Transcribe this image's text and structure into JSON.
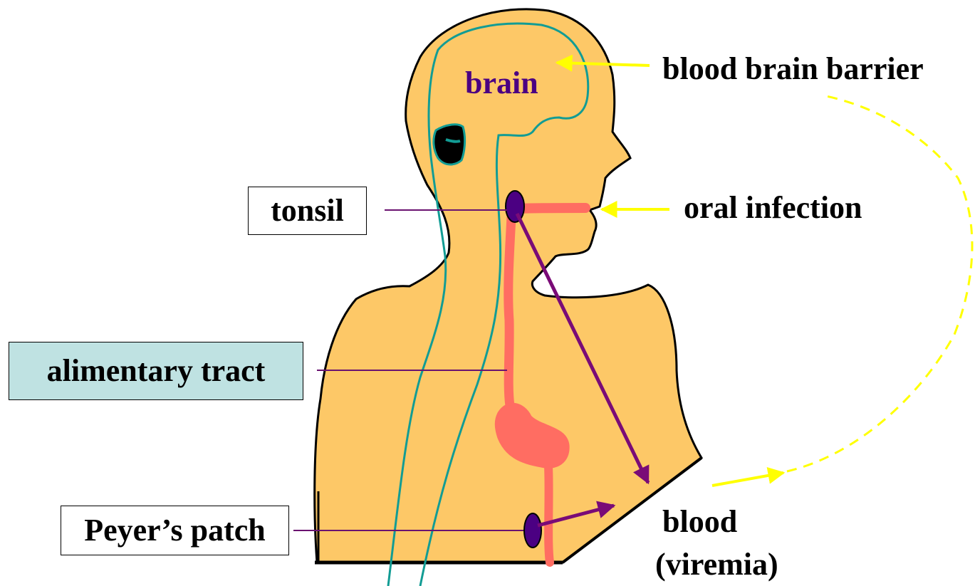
{
  "labels": {
    "brain": "brain",
    "blood_brain_barrier": "blood brain barrier",
    "tonsil": "tonsil",
    "oral_infection": "oral infection",
    "alimentary_tract": "alimentary tract",
    "peyers_patch": "Peyer’s patch",
    "blood_line1": "blood",
    "blood_line2": "(viremia)"
  },
  "colors": {
    "body_fill": "#fdc867",
    "outline": "#000000",
    "nerve": "#129c94",
    "gut": "#ff6d62",
    "lymph": "#4b0082",
    "pathway_arrow": "#7a0b77",
    "pointer_line": "#6a1270",
    "infection_arrow": "#ffff00",
    "highlight_box": "#bfe2e2"
  }
}
